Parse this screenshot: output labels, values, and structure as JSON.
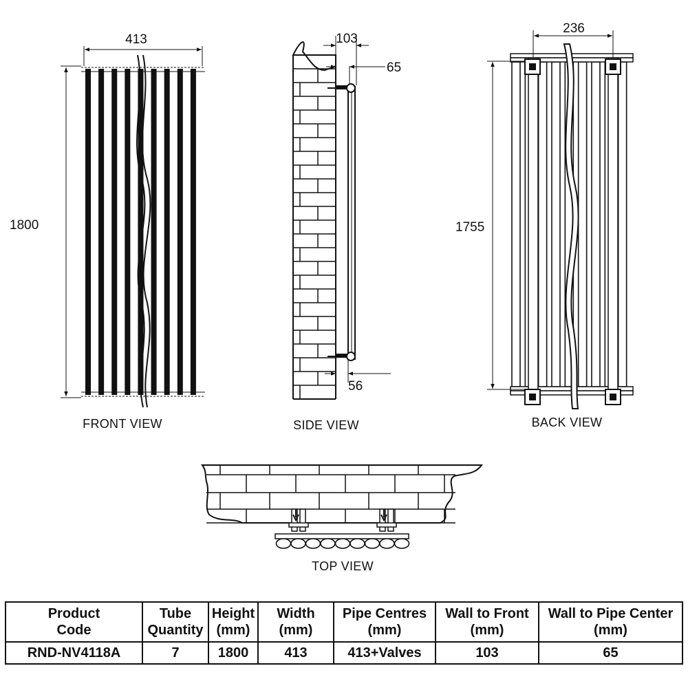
{
  "views": {
    "front": {
      "label": "FRONT VIEW",
      "width_dim": "413",
      "height_dim": "1800"
    },
    "side": {
      "label": "SIDE VIEW",
      "depth_dim": "103",
      "pipe_dim": "65",
      "bracket_dim": "56"
    },
    "back": {
      "label": "BACK VIEW",
      "bracket_spacing_dim": "236",
      "bracket_height_dim": "1755"
    },
    "top": {
      "label": "TOP VIEW"
    }
  },
  "tube_count": 7,
  "table": {
    "headers": [
      [
        "Product",
        "Code"
      ],
      [
        "Tube",
        "Quantity"
      ],
      [
        "Height",
        "(mm)"
      ],
      [
        "Width",
        "(mm)"
      ],
      [
        "Pipe Centres",
        "(mm)"
      ],
      [
        "Wall to Front",
        "(mm)"
      ],
      [
        "Wall to Pipe Center",
        "(mm)"
      ]
    ],
    "row": [
      "RND-NV4118A",
      "7",
      "1800",
      "413",
      "413+Valves",
      "103",
      "65"
    ]
  }
}
